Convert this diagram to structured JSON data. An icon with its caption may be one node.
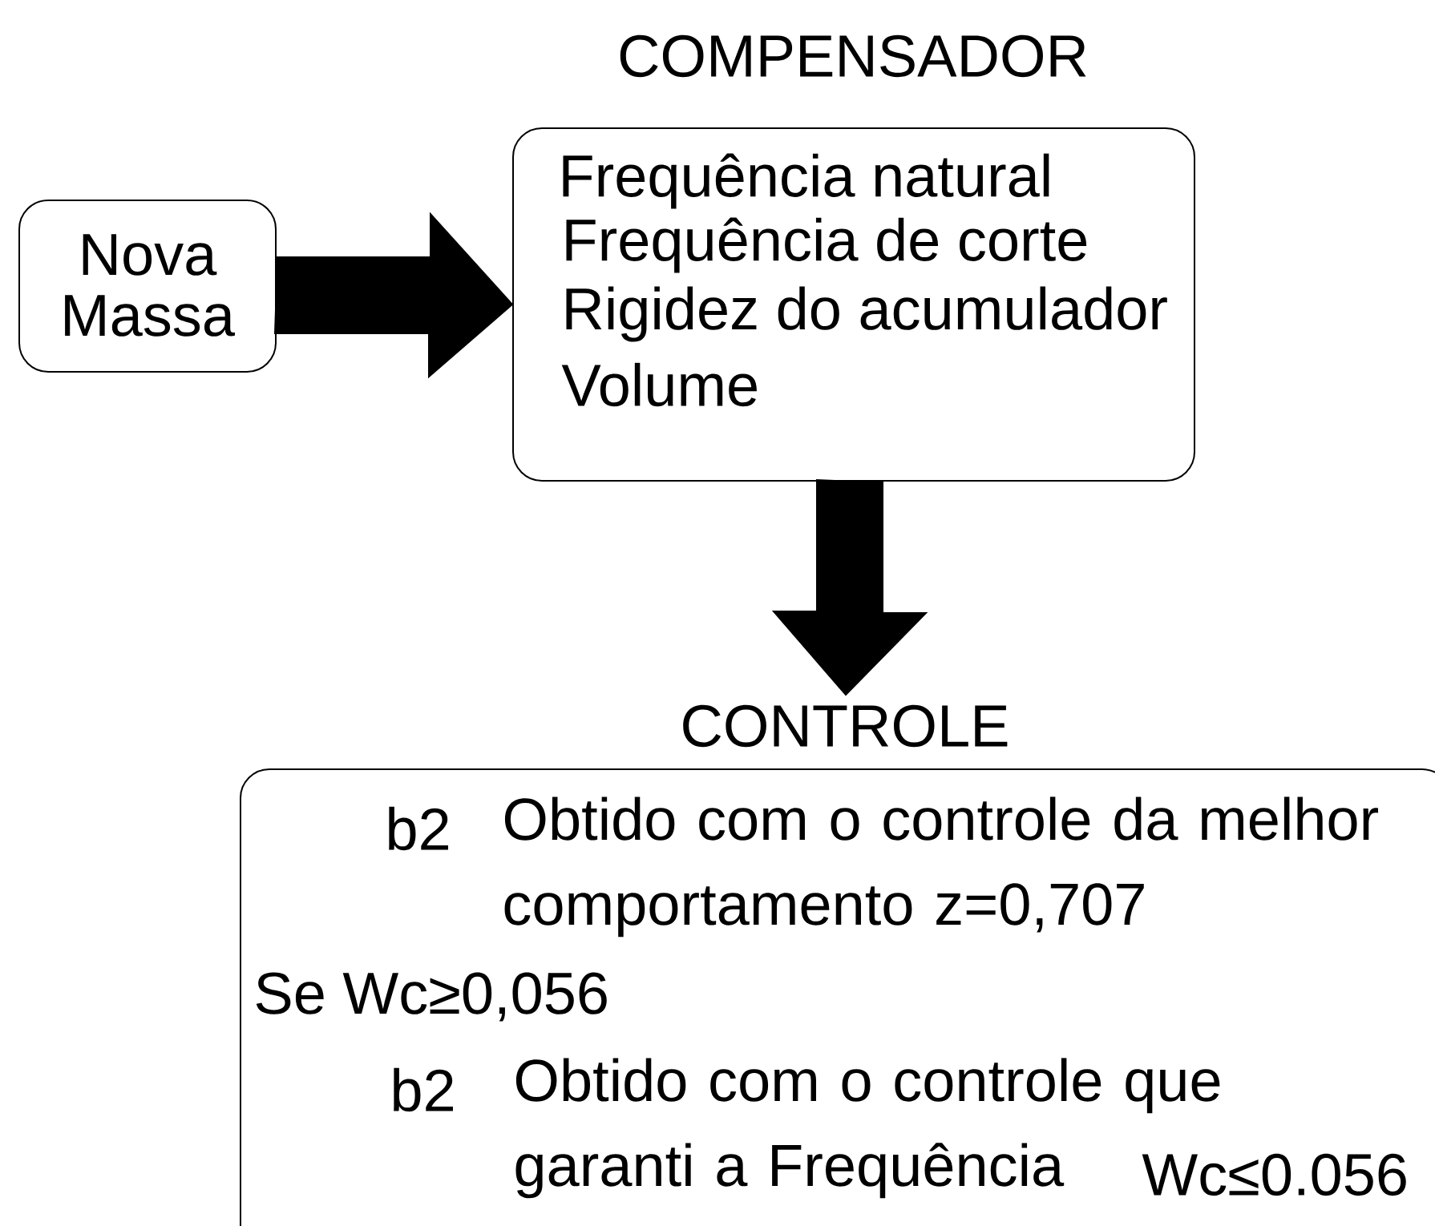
{
  "diagram": {
    "nodes": [
      {
        "text": [
          "Nova Massa"
        ]
      },
      {
        "text": [
          "COMPENSADOR",
          "Frequência natural",
          "Frequência de corte",
          "Rigidez do acumulador",
          "Volume"
        ]
      },
      {
        "text": [
          "CONTROLE",
          "b2",
          "Obtido com o controle da melhor comportamento z=0,707",
          "Se Wc≥0,056",
          "b2",
          "Obtido com o controle que garanti a Frequência",
          "Wc≤0.056"
        ]
      }
    ],
    "edges": [
      {
        "from": 0,
        "to": 1,
        "arrow": "to",
        "style": "thick"
      },
      {
        "from": 1,
        "to": 2,
        "arrow": "to",
        "style": "thick"
      }
    ]
  }
}
